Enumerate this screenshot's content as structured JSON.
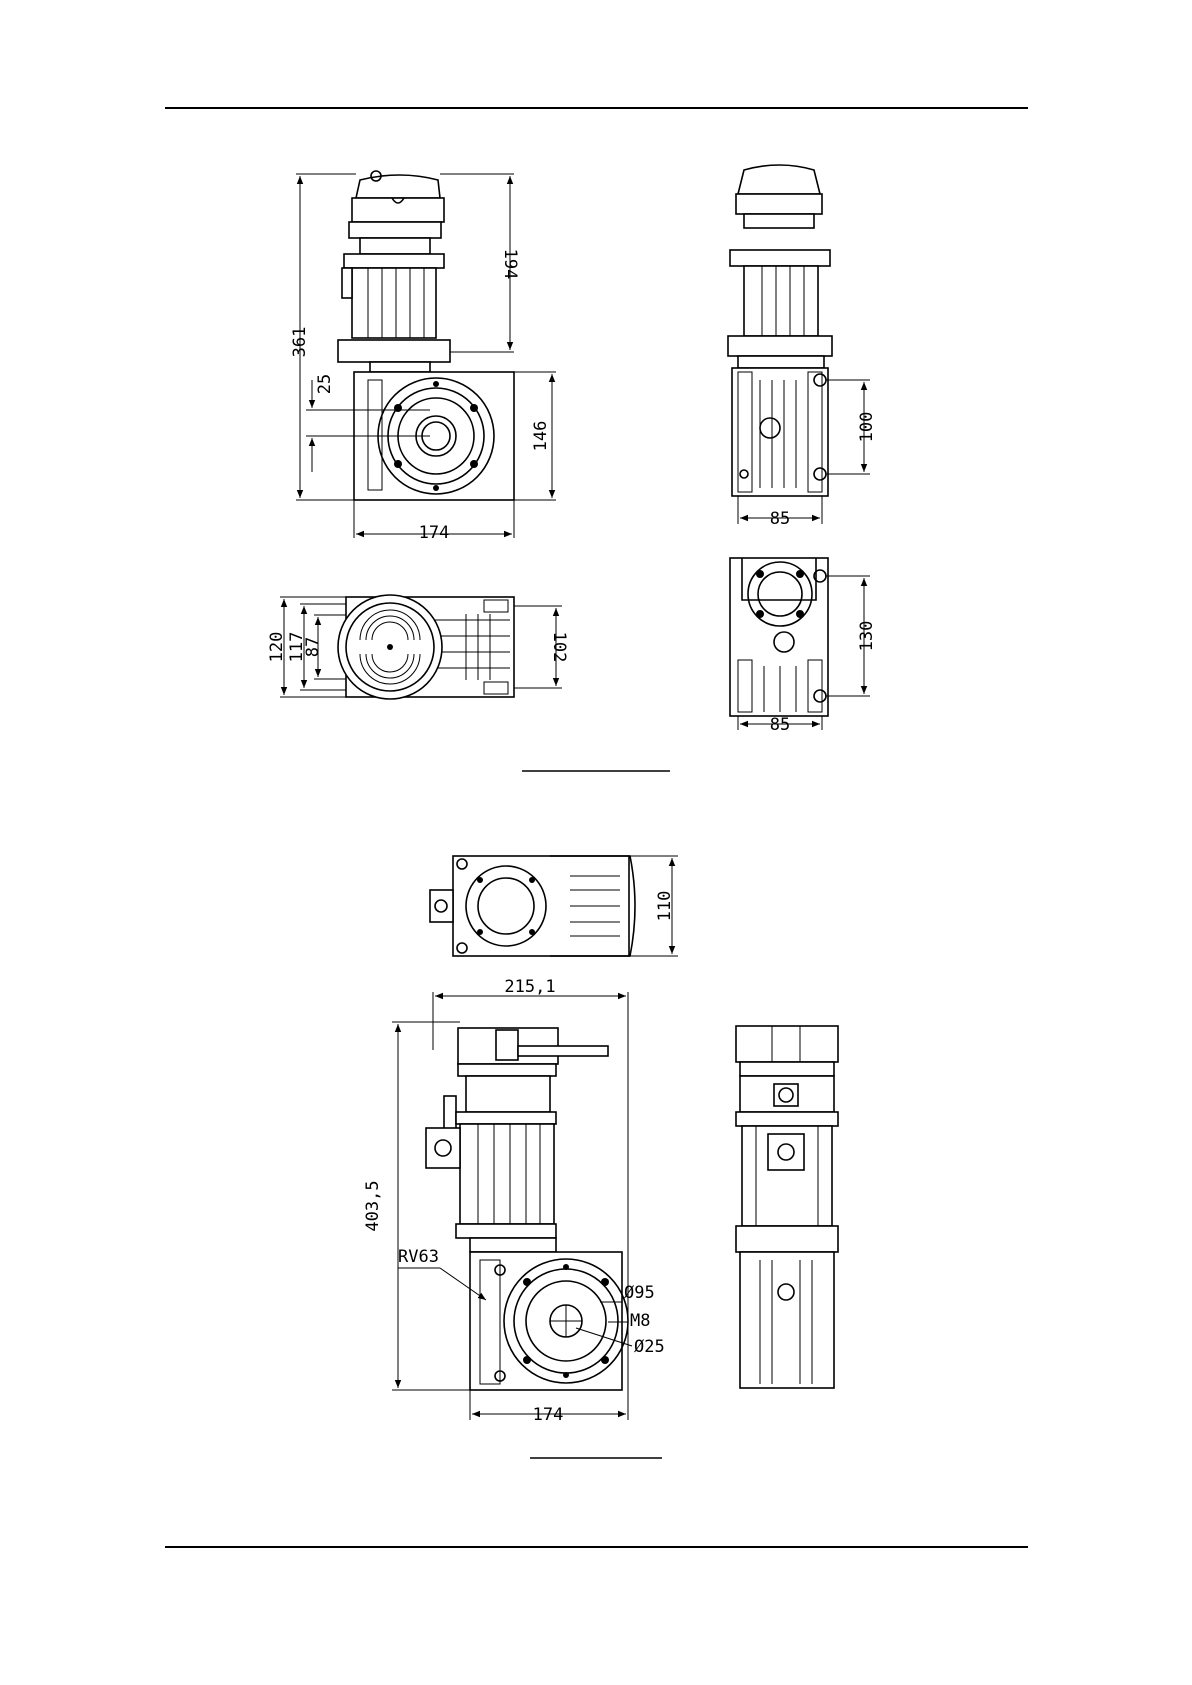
{
  "colors": {
    "line": "#000000",
    "paper": "#ffffff"
  },
  "drawing_a": {
    "front": {
      "dim_total_height": "361",
      "dim_motor_height": "194",
      "dim_shaft_offset": "25",
      "dim_box_height": "146",
      "dim_width": "174"
    },
    "top": {
      "dim_outer": "120",
      "dim_mid": "117",
      "dim_inner": "87",
      "dim_right": "102"
    },
    "side": {
      "dim_hole_spacing": "100",
      "dim_base_width": "85"
    },
    "rear": {
      "dim_hole_spacing": "130",
      "dim_base_width": "85"
    }
  },
  "drawing_b": {
    "top": {
      "dim_height": "110"
    },
    "front": {
      "dim_total_width": "215,1",
      "dim_total_height": "403,5",
      "model_label": "RV63",
      "dim_flange_dia": "Ø95",
      "dim_thread": "M8",
      "dim_bore_dia": "Ø25",
      "dim_width": "174"
    }
  }
}
